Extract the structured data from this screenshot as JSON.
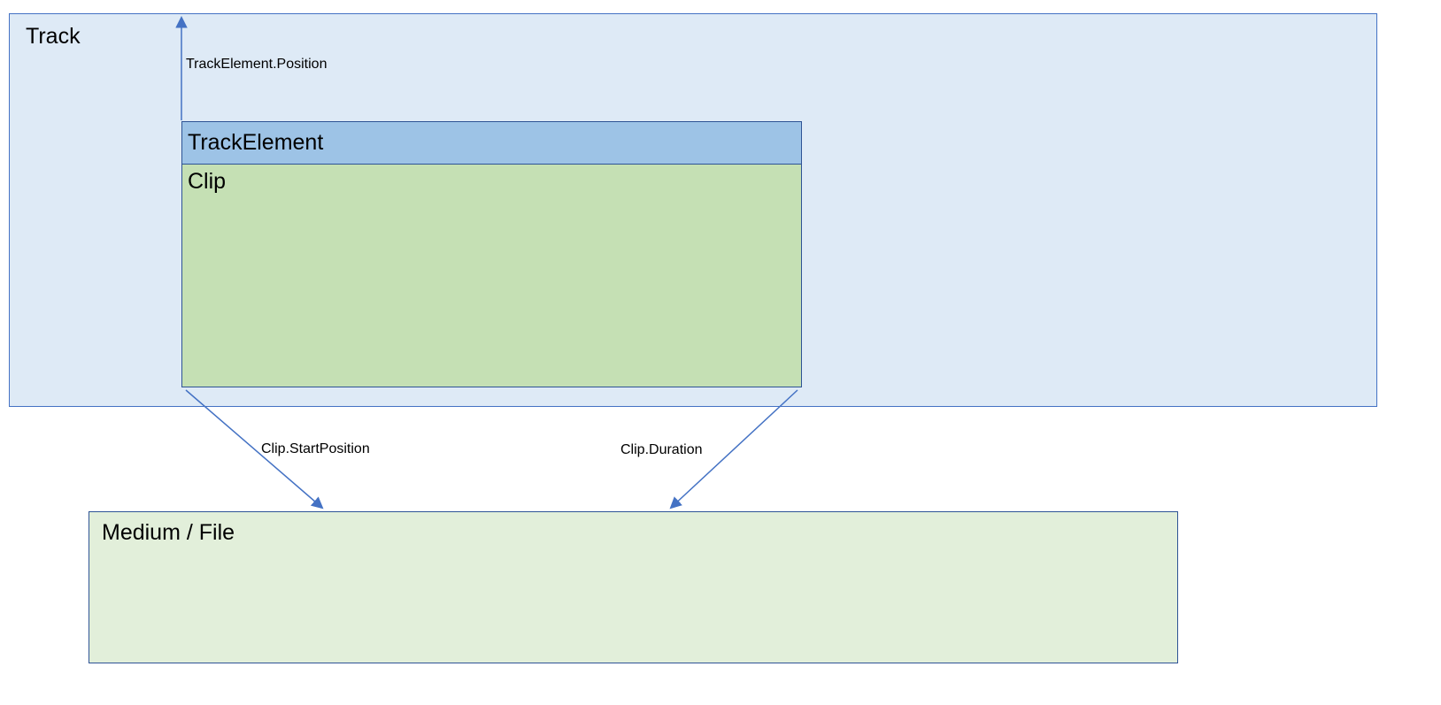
{
  "diagram": {
    "track": {
      "label": "Track"
    },
    "track_element": {
      "label": "TrackElement"
    },
    "clip": {
      "label": "Clip"
    },
    "medium": {
      "label": "Medium / File"
    },
    "annotations": {
      "track_element_position": "TrackElement.Position",
      "clip_start_position": "Clip.StartPosition",
      "clip_duration": "Clip.Duration"
    },
    "colors": {
      "track_fill": "#DEEAF6",
      "track_border": "#4472C4",
      "track_element_fill": "#9DC3E6",
      "clip_fill": "#C5E0B4",
      "medium_fill": "#E2EFDA",
      "box_border": "#2E5395",
      "arrow": "#4472C4",
      "text": "#000000"
    }
  }
}
